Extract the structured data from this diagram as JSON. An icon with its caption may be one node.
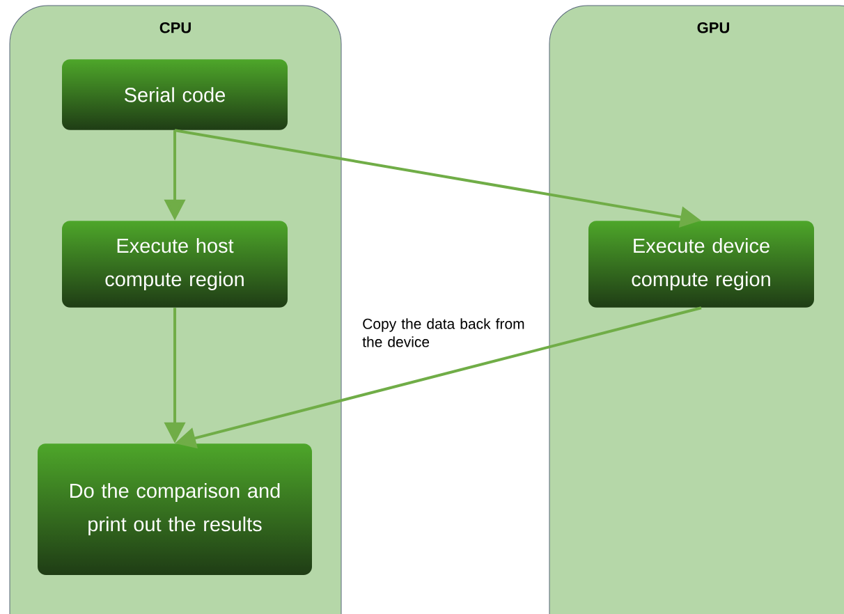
{
  "diagram": {
    "nodes": [
      {
        "text": [
          "CPU"
        ]
      },
      {
        "text": [
          "GPU"
        ]
      },
      {
        "text": [
          "Serial code"
        ],
        "in": 0
      },
      {
        "text": [
          "Execute host compute region"
        ],
        "in": 0
      },
      {
        "text": [
          "Do the comparison and print out the results"
        ],
        "in": 0
      },
      {
        "text": [
          "Execute device compute region"
        ],
        "in": 1
      }
    ],
    "edges": [
      {
        "from": 2,
        "to": 3,
        "arrow": "to"
      },
      {
        "from": 2,
        "to": 5,
        "arrow": "to"
      },
      {
        "from": 3,
        "to": 4,
        "arrow": "to"
      },
      {
        "from": 5,
        "to": 4,
        "arrow": "to",
        "label": "Copy the data back from the device"
      }
    ]
  }
}
